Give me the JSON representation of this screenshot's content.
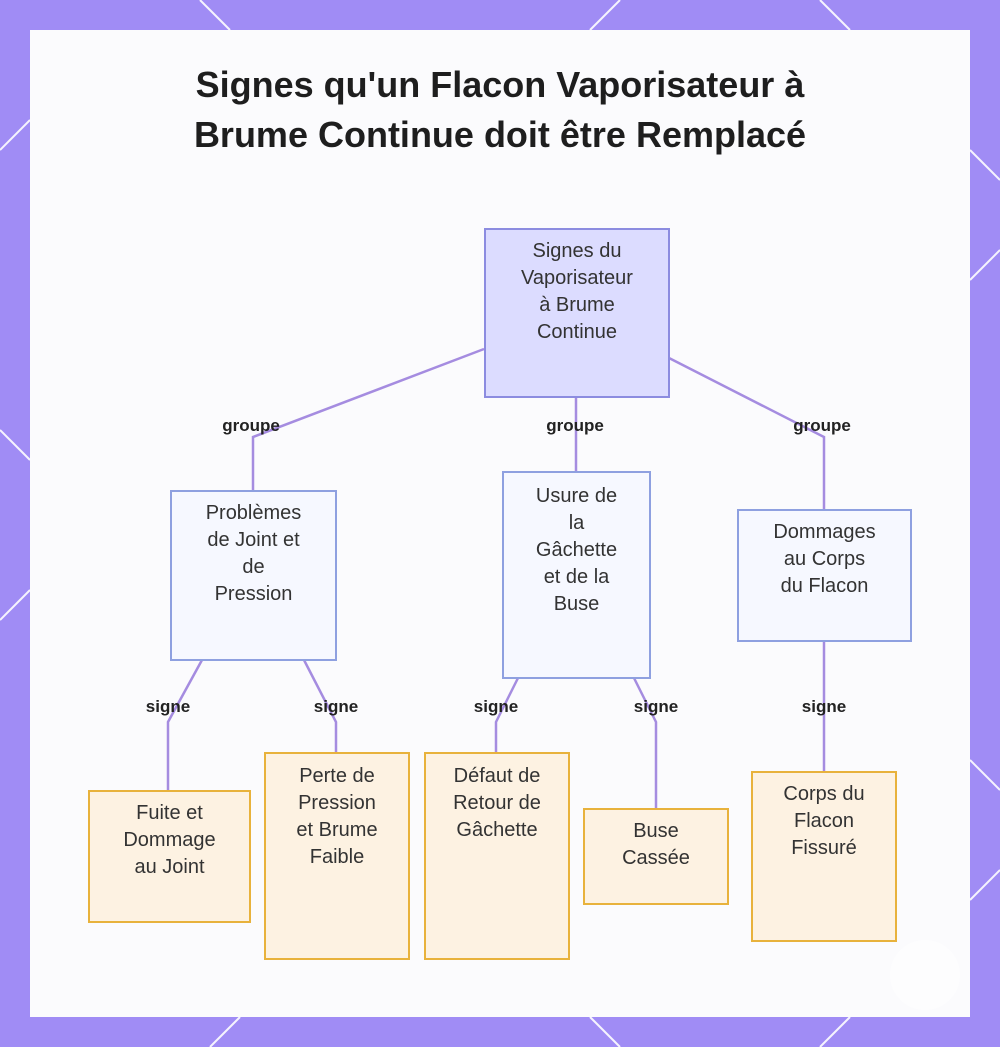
{
  "title": {
    "line1": "Signes qu'un Flacon Vaporisateur à",
    "line2": "Brume Continue doit être Remplacé"
  },
  "colors": {
    "frame": "#a08cf5",
    "edge": "#a58ce0",
    "root_fill": "#dcdcff",
    "category_fill": "#f6f8ff",
    "sign_fill": "#fdf2e2",
    "sign_border": "#e8b23c"
  },
  "root": {
    "lines": [
      "Signes du",
      "Vaporisateur",
      "à Brume",
      "Continue"
    ]
  },
  "categories": [
    {
      "lines": [
        "Problèmes",
        "de Joint et",
        "de",
        "Pression"
      ]
    },
    {
      "lines": [
        "Usure de",
        "la",
        "Gâchette",
        "et de la",
        "Buse"
      ]
    },
    {
      "lines": [
        "Dommages",
        "au Corps",
        "du Flacon"
      ]
    }
  ],
  "signs": [
    {
      "lines": [
        "Fuite et",
        "Dommage",
        "au Joint"
      ]
    },
    {
      "lines": [
        "Perte de",
        "Pression",
        "et Brume",
        "Faible"
      ]
    },
    {
      "lines": [
        "Défaut de",
        "Retour de",
        "Gâchette"
      ]
    },
    {
      "lines": [
        "Buse",
        "Cassée"
      ]
    },
    {
      "lines": [
        "Corps du",
        "Flacon",
        "Fissuré"
      ]
    }
  ],
  "edge_labels": {
    "group_1": "groupe",
    "group_2": "groupe",
    "group_3": "groupe",
    "sign_1": "signe",
    "sign_2": "signe",
    "sign_3": "signe",
    "sign_4": "signe",
    "sign_5": "signe"
  }
}
